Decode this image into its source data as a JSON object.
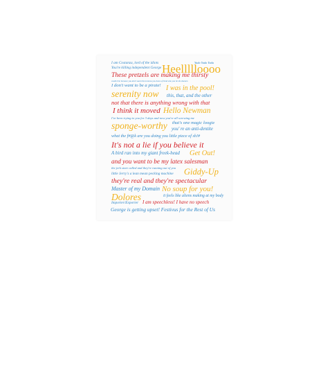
{
  "colors": {
    "blue": "#2e86c8",
    "red": "#d32128",
    "yellow": "#f0b21c",
    "background": "#ffffff"
  },
  "quotes": {
    "q1": "I am Costanza, lord of the idiots",
    "q2": "Yada Yada Yada",
    "q3": "Heellllloooo",
    "q4": "You're killing independent George",
    "q5": "These pretzels are making me thirsty",
    "q6": "could it be because you don't want him to know you have a friend who you lie the  doonen",
    "q7": "I don't want to be a pirate!",
    "q8": "I was in the pool!",
    "q9": "serenity now",
    "q10": "this, that, and the other",
    "q11": "not that there is anything wrong with that",
    "q12": "I think it moved",
    "q13": "Hello Newman",
    "q14": "I've been trying to you for 3 days and now you're all screwing me",
    "q15": "sponge-worthy",
    "q16": "that's one magic loogie",
    "q17": "you' re an anti-dentite",
    "q18": "what the f#@k are you doing you little piece of sh!#",
    "q19": "It's not a lie if you believe it",
    "q20": "A bird ran into my giant freek-head",
    "q21": "Get Out!",
    "q22": "and you want to be my latex salesman",
    "q23": "the jerk store called and they're running out of you",
    "q24": "little Jerry's a lean mean pecking machine",
    "q25": "Giddy-Up",
    "q26": "they're real and they're spectacular",
    "q27": "Master of my Domain",
    "q28": "No soup for you!",
    "q29": "Dolores",
    "q30": "it feels like aliens making at my body",
    "q31": "Importer/Exporter",
    "q32": "I am speechless! I have no speech",
    "q33": "George is getting upset! Festivus for the Rest of Us"
  }
}
